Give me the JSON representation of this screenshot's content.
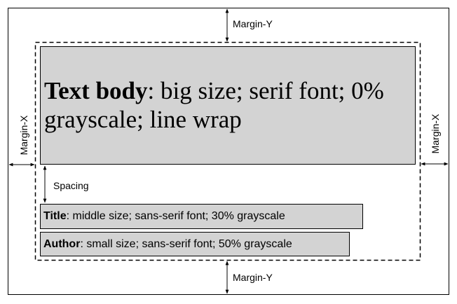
{
  "labels": {
    "margin_y_top": "Margin-Y",
    "margin_y_bottom": "Margin-Y",
    "margin_x_left": "Margin-X",
    "margin_x_right": "Margin-X",
    "spacing": "Spacing"
  },
  "body_box": {
    "bold": "Text body",
    "rest": ": big size; serif font; 0% grayscale; line wrap"
  },
  "title_box": {
    "bold": "Title",
    "rest": ": middle size; sans-serif font; 30% grayscale"
  },
  "author_box": {
    "bold": "Author",
    "rest": ": small size; sans-serif font; 50% grayscale"
  },
  "colors": {
    "box_fill": "#d3d3d3",
    "line": "#000000"
  }
}
